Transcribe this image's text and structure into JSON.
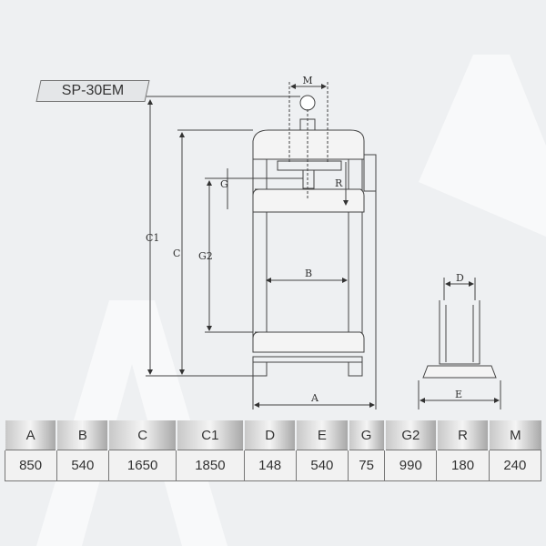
{
  "model": "SP-30EM",
  "drawing_labels": {
    "A": "A",
    "B": "B",
    "C": "C",
    "C1": "C1",
    "D": "D",
    "E": "E",
    "G": "G",
    "G2": "G2",
    "R": "R",
    "M": "M"
  },
  "table": {
    "headers": [
      "A",
      "B",
      "C",
      "C1",
      "D",
      "E",
      "G",
      "G2",
      "R",
      "M"
    ],
    "values": [
      "850",
      "540",
      "1650",
      "1850",
      "148",
      "540",
      "75",
      "990",
      "180",
      "240"
    ]
  }
}
